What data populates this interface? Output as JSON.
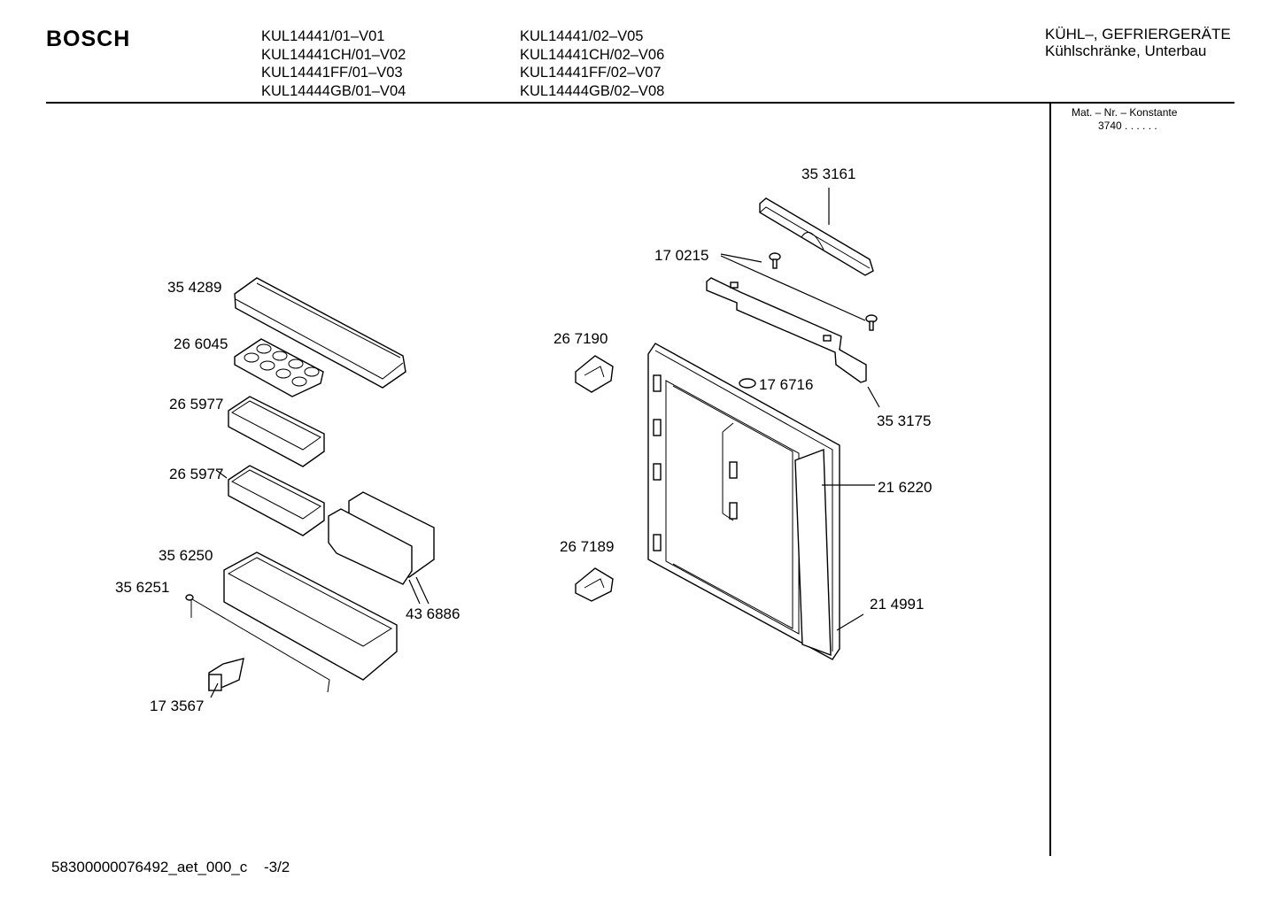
{
  "header": {
    "brand": "BOSCH",
    "models_col1": [
      "KUL14441/01–V01",
      "KUL14441CH/01–V02",
      "KUL14441FF/01–V03",
      "KUL14444GB/01–V04"
    ],
    "models_col2": [
      "KUL14441/02–V05",
      "KUL14441CH/02–V06",
      "KUL14441FF/02–V07",
      "KUL14444GB/02–V08"
    ],
    "category_line1": "KÜHL–, GEFRIERGERÄTE",
    "category_line2": "Kühlschränke, Unterbau"
  },
  "side_panel": {
    "mat_label": "Mat. – Nr. – Konstante",
    "mat_value": "3740 . .  . . . ."
  },
  "parts": {
    "p353161": "35 3161",
    "p170215": "17 0215",
    "p354289": "35 4289",
    "p266045": "26 6045",
    "p267190": "26 7190",
    "p176716": "17 6716",
    "p353175": "35 3175",
    "p265977a": "26 5977",
    "p265977b": "26 5977",
    "p216220": "21 6220",
    "p356250": "35 6250",
    "p267189": "26 7189",
    "p356251": "35 6251",
    "p436886": "43 6886",
    "p214991": "21 4991",
    "p173567": "17 3567"
  },
  "footer": {
    "doc_id": "58300000076492_aet_000_c",
    "page": "-3/2"
  }
}
